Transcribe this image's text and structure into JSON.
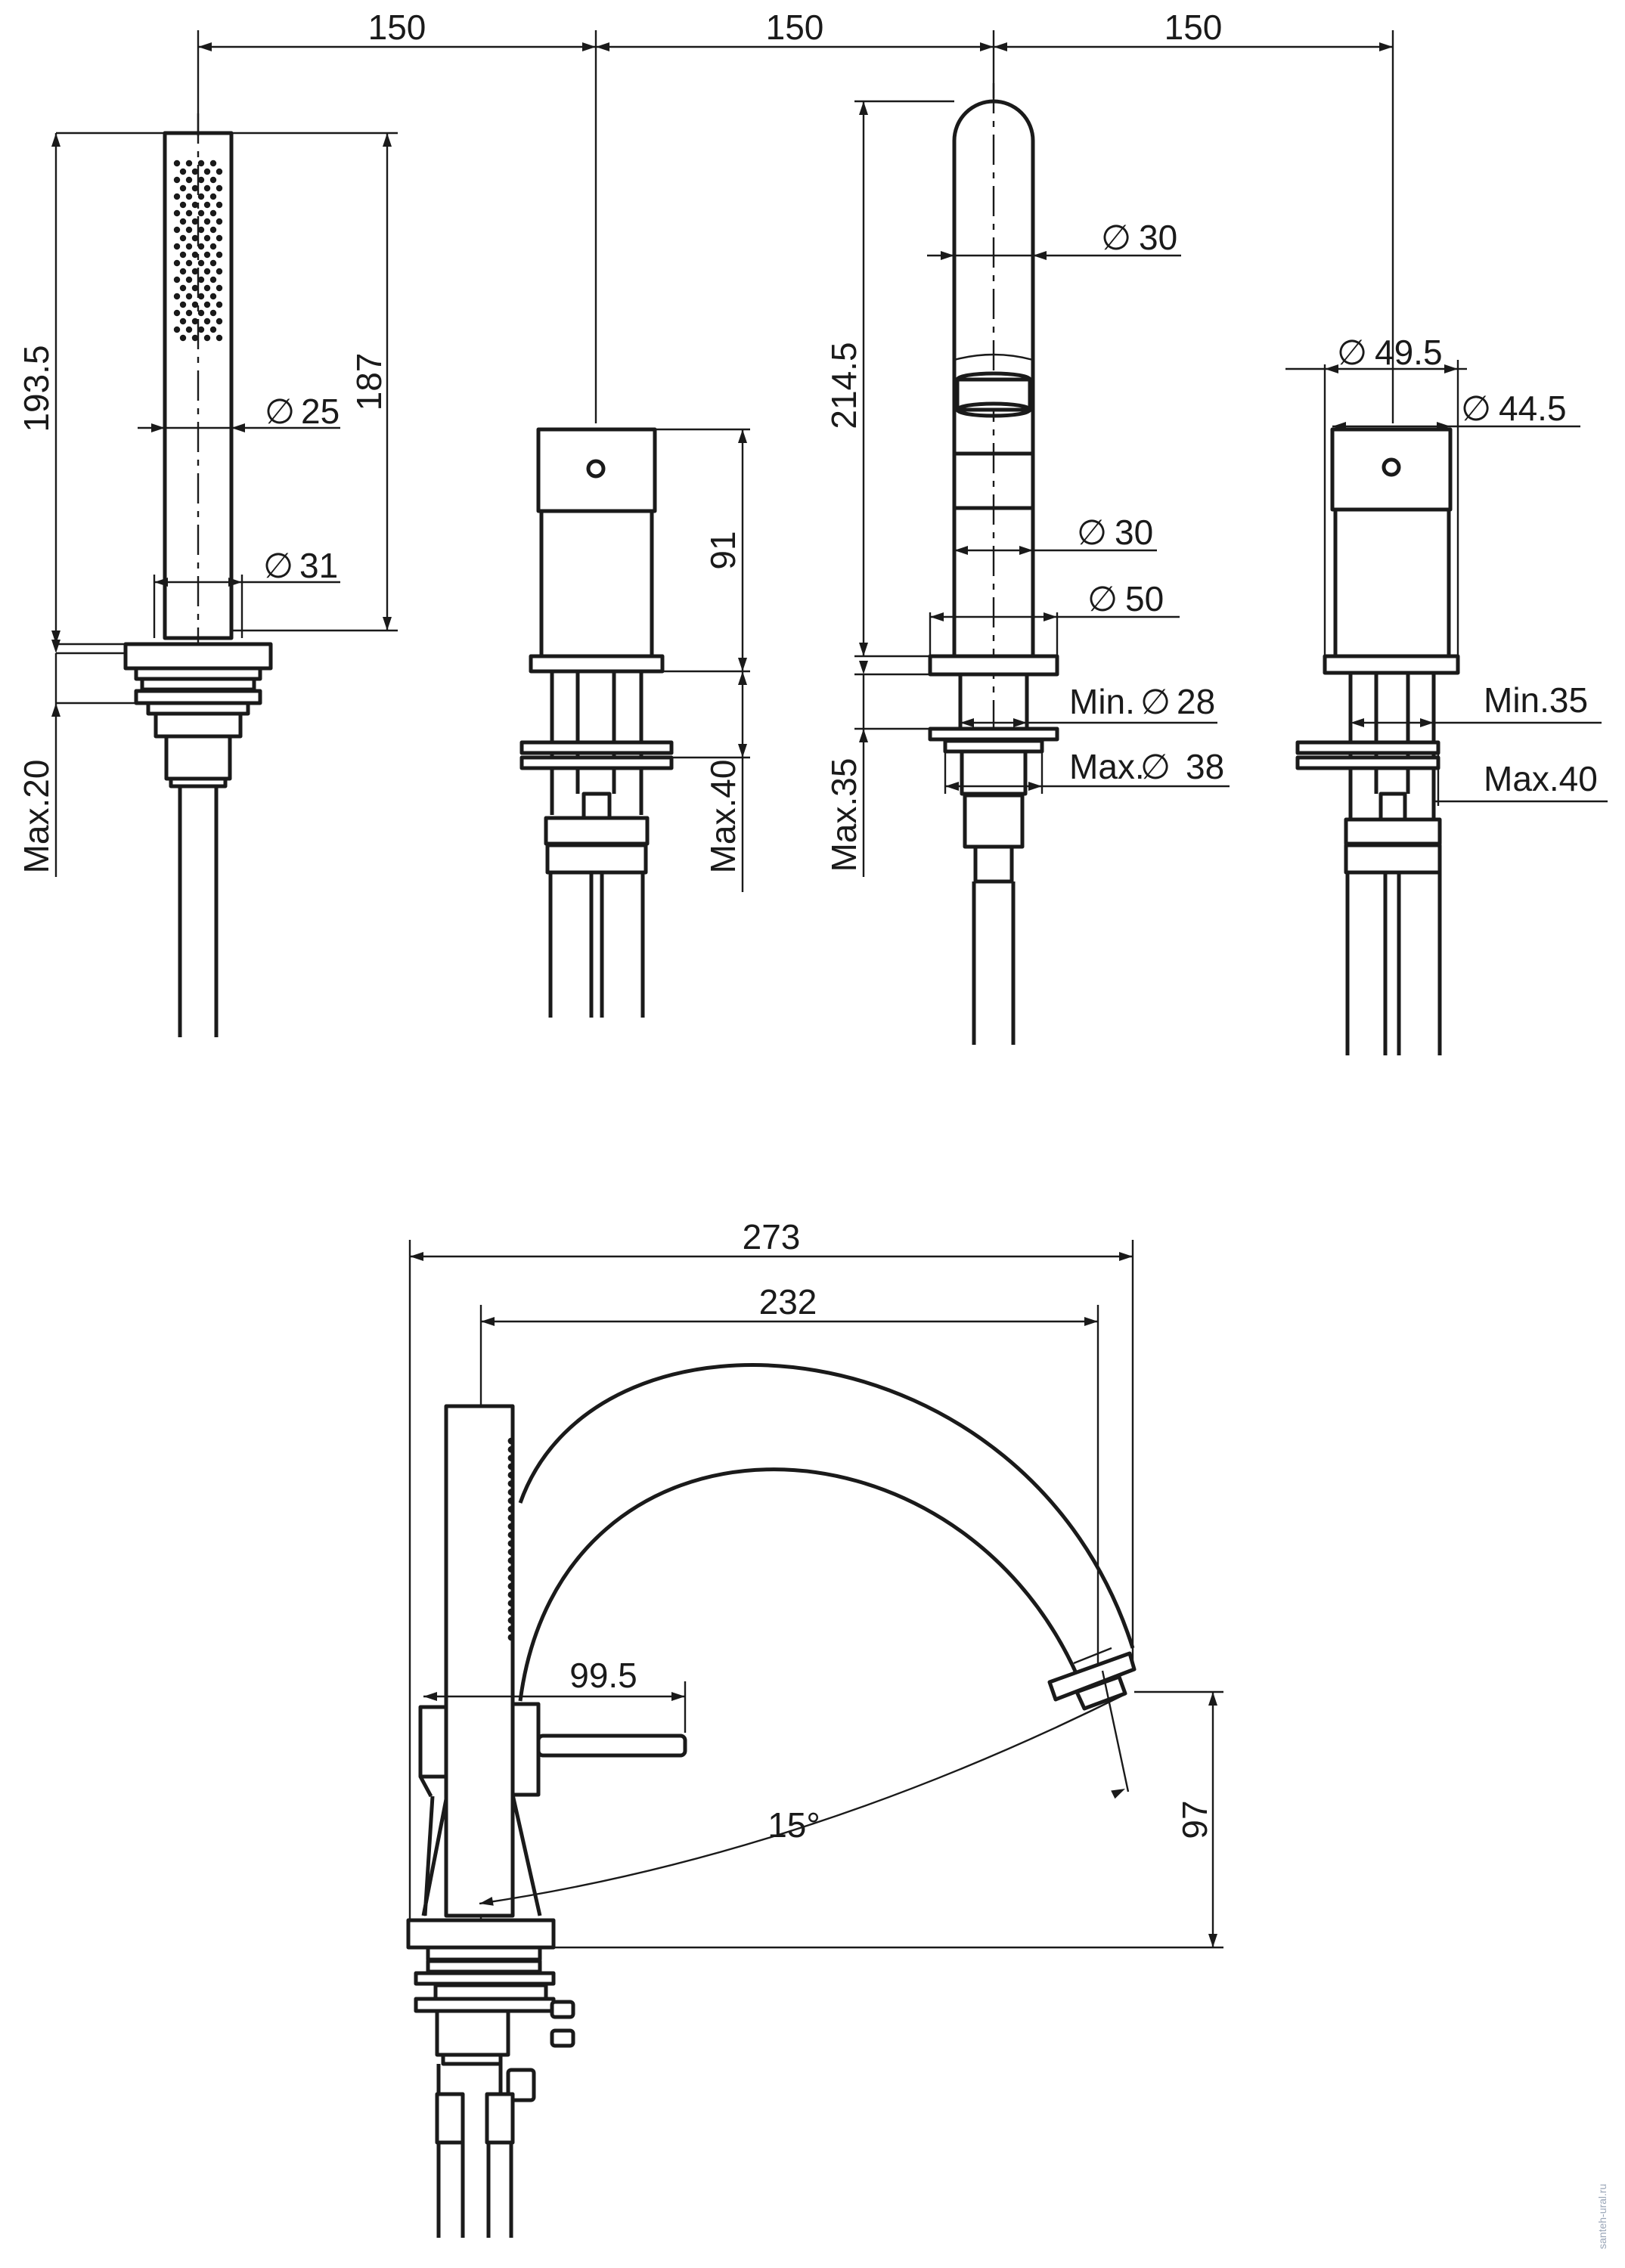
{
  "dimensions": {
    "spacing_1": "150",
    "spacing_2": "150",
    "spacing_3": "150",
    "hand_shower_height": "193.5",
    "hand_shower_body": "187",
    "hand_shower_dia_small": "25",
    "hand_shower_dia_large": "31",
    "hand_shower_max": "Max.20",
    "valve_height": "91",
    "valve_max": "Max.40",
    "spout_height": "214.5",
    "spout_dia_top": "30",
    "spout_dia_mid": "30",
    "spout_dia_base": "50",
    "spout_hole_min": "Min.",
    "spout_hole_min_value": "28",
    "spout_hole_max": "Max.",
    "spout_hole_max_value": "38",
    "spout_max": "Max.35",
    "mixer_dia_outer": "49.5",
    "mixer_dia_inner": "44.5",
    "mixer_min": "Min.35",
    "mixer_max": "Max.40",
    "side_total_reach": "273",
    "side_spout_reach": "232",
    "side_lever_length": "99.5",
    "side_angle": "15°",
    "side_outlet_height": "97"
  },
  "symbols": {
    "diameter": "∅"
  },
  "watermark": "santeh-ural.ru"
}
